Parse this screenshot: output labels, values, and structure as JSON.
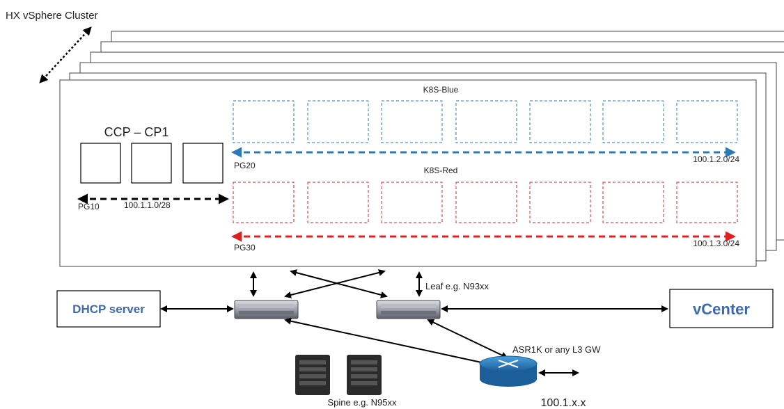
{
  "cluster_label": "HX vSphere Cluster",
  "control_plane": {
    "title": "CCP – CP1",
    "network_label": "PG10",
    "subnet": "100.1.1.0/28"
  },
  "blue_cluster": {
    "title": "K8S-Blue",
    "network_label": "PG20",
    "subnet": "100.1.2.0/24"
  },
  "red_cluster": {
    "title": "K8S-Red",
    "network_label": "PG30",
    "subnet": "100.1.3.0/24"
  },
  "leaf_label": "Leaf e.g. N93xx",
  "dhcp_label": "DHCP server",
  "vcenter_label": "vCenter",
  "router_label": "ASR1K or any L3 GW",
  "spine_label": "Spine e.g. N95xx",
  "external_label": "100.1.x.x",
  "colors": {
    "blue": "#2a7ab8",
    "red": "#e02020",
    "server_text": "#3b6ab0"
  }
}
